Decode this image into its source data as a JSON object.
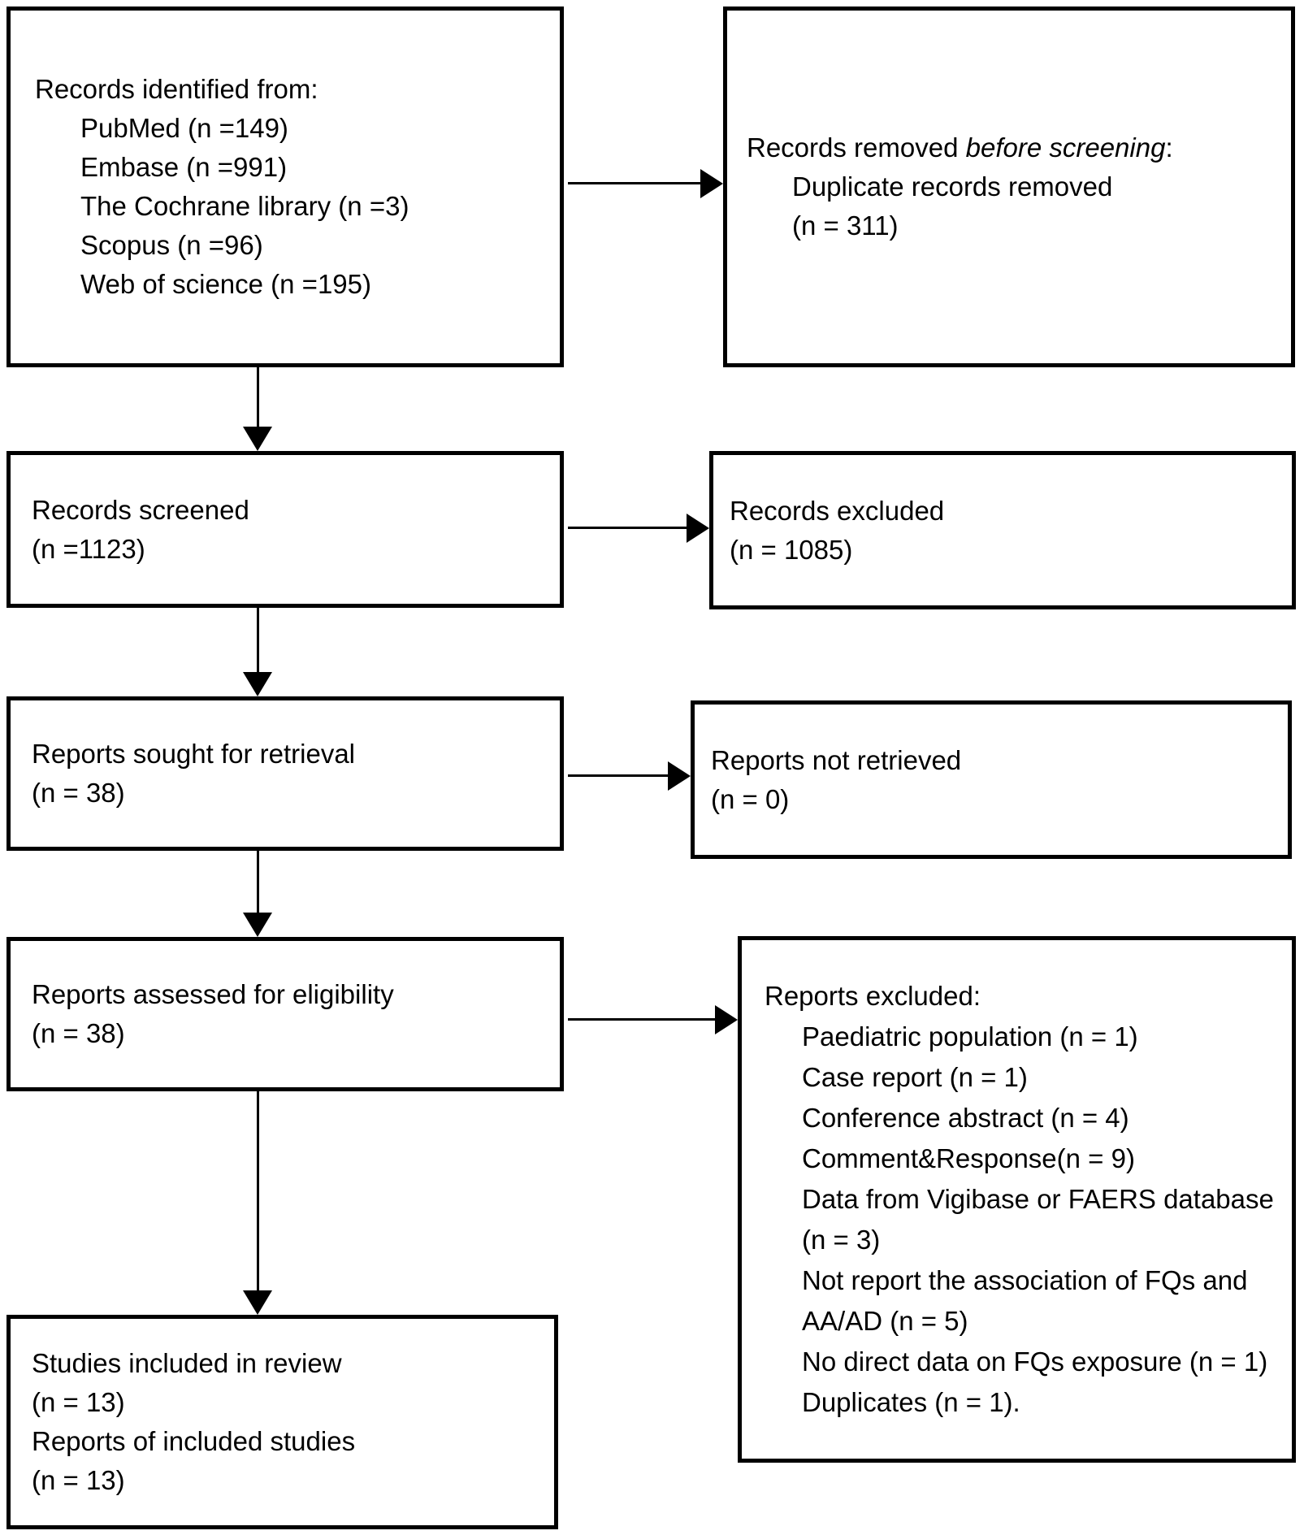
{
  "figure": {
    "type": "prisma-flow-diagram"
  },
  "colors": {
    "border": "#000000",
    "text": "#000000",
    "background": "#ffffff"
  },
  "boxes": {
    "identification": {
      "title": "Records identified from:",
      "items": [
        "PubMed (n =149)",
        "Embase (n =991)",
        "The Cochrane library (n =3)",
        "Scopus (n =96)",
        "Web of science (n =195)"
      ]
    },
    "removed": {
      "title_prefix": "Records removed ",
      "title_italic": "before screening",
      "title_suffix": ":",
      "items": [
        "Duplicate records removed",
        "(n = 311)"
      ]
    },
    "screened": {
      "lines": [
        "Records screened",
        "(n =1123)"
      ]
    },
    "records_excluded": {
      "lines": [
        "Records excluded",
        "(n = 1085)"
      ]
    },
    "sought": {
      "lines": [
        "Reports sought for retrieval",
        "(n = 38)"
      ]
    },
    "not_retrieved": {
      "lines": [
        "Reports not retrieved",
        "(n = 0)"
      ]
    },
    "assessed": {
      "lines": [
        "Reports assessed for eligibility",
        "(n = 38)"
      ]
    },
    "reports_excluded": {
      "title": "Reports excluded:",
      "items": [
        "Paediatric population (n = 1)",
        "Case report (n = 1)",
        "Conference abstract (n = 4)",
        "Comment&Response(n = 9)",
        "Data from Vigibase or FAERS database (n = 3)",
        "Not report the association of FQs and AA/AD (n = 5)",
        "No direct data on FQs exposure (n = 1)",
        "Duplicates (n = 1)."
      ]
    },
    "included": {
      "lines": [
        "Studies included in review",
        "(n = 13)",
        "Reports of included studies",
        "(n = 13)"
      ]
    }
  }
}
